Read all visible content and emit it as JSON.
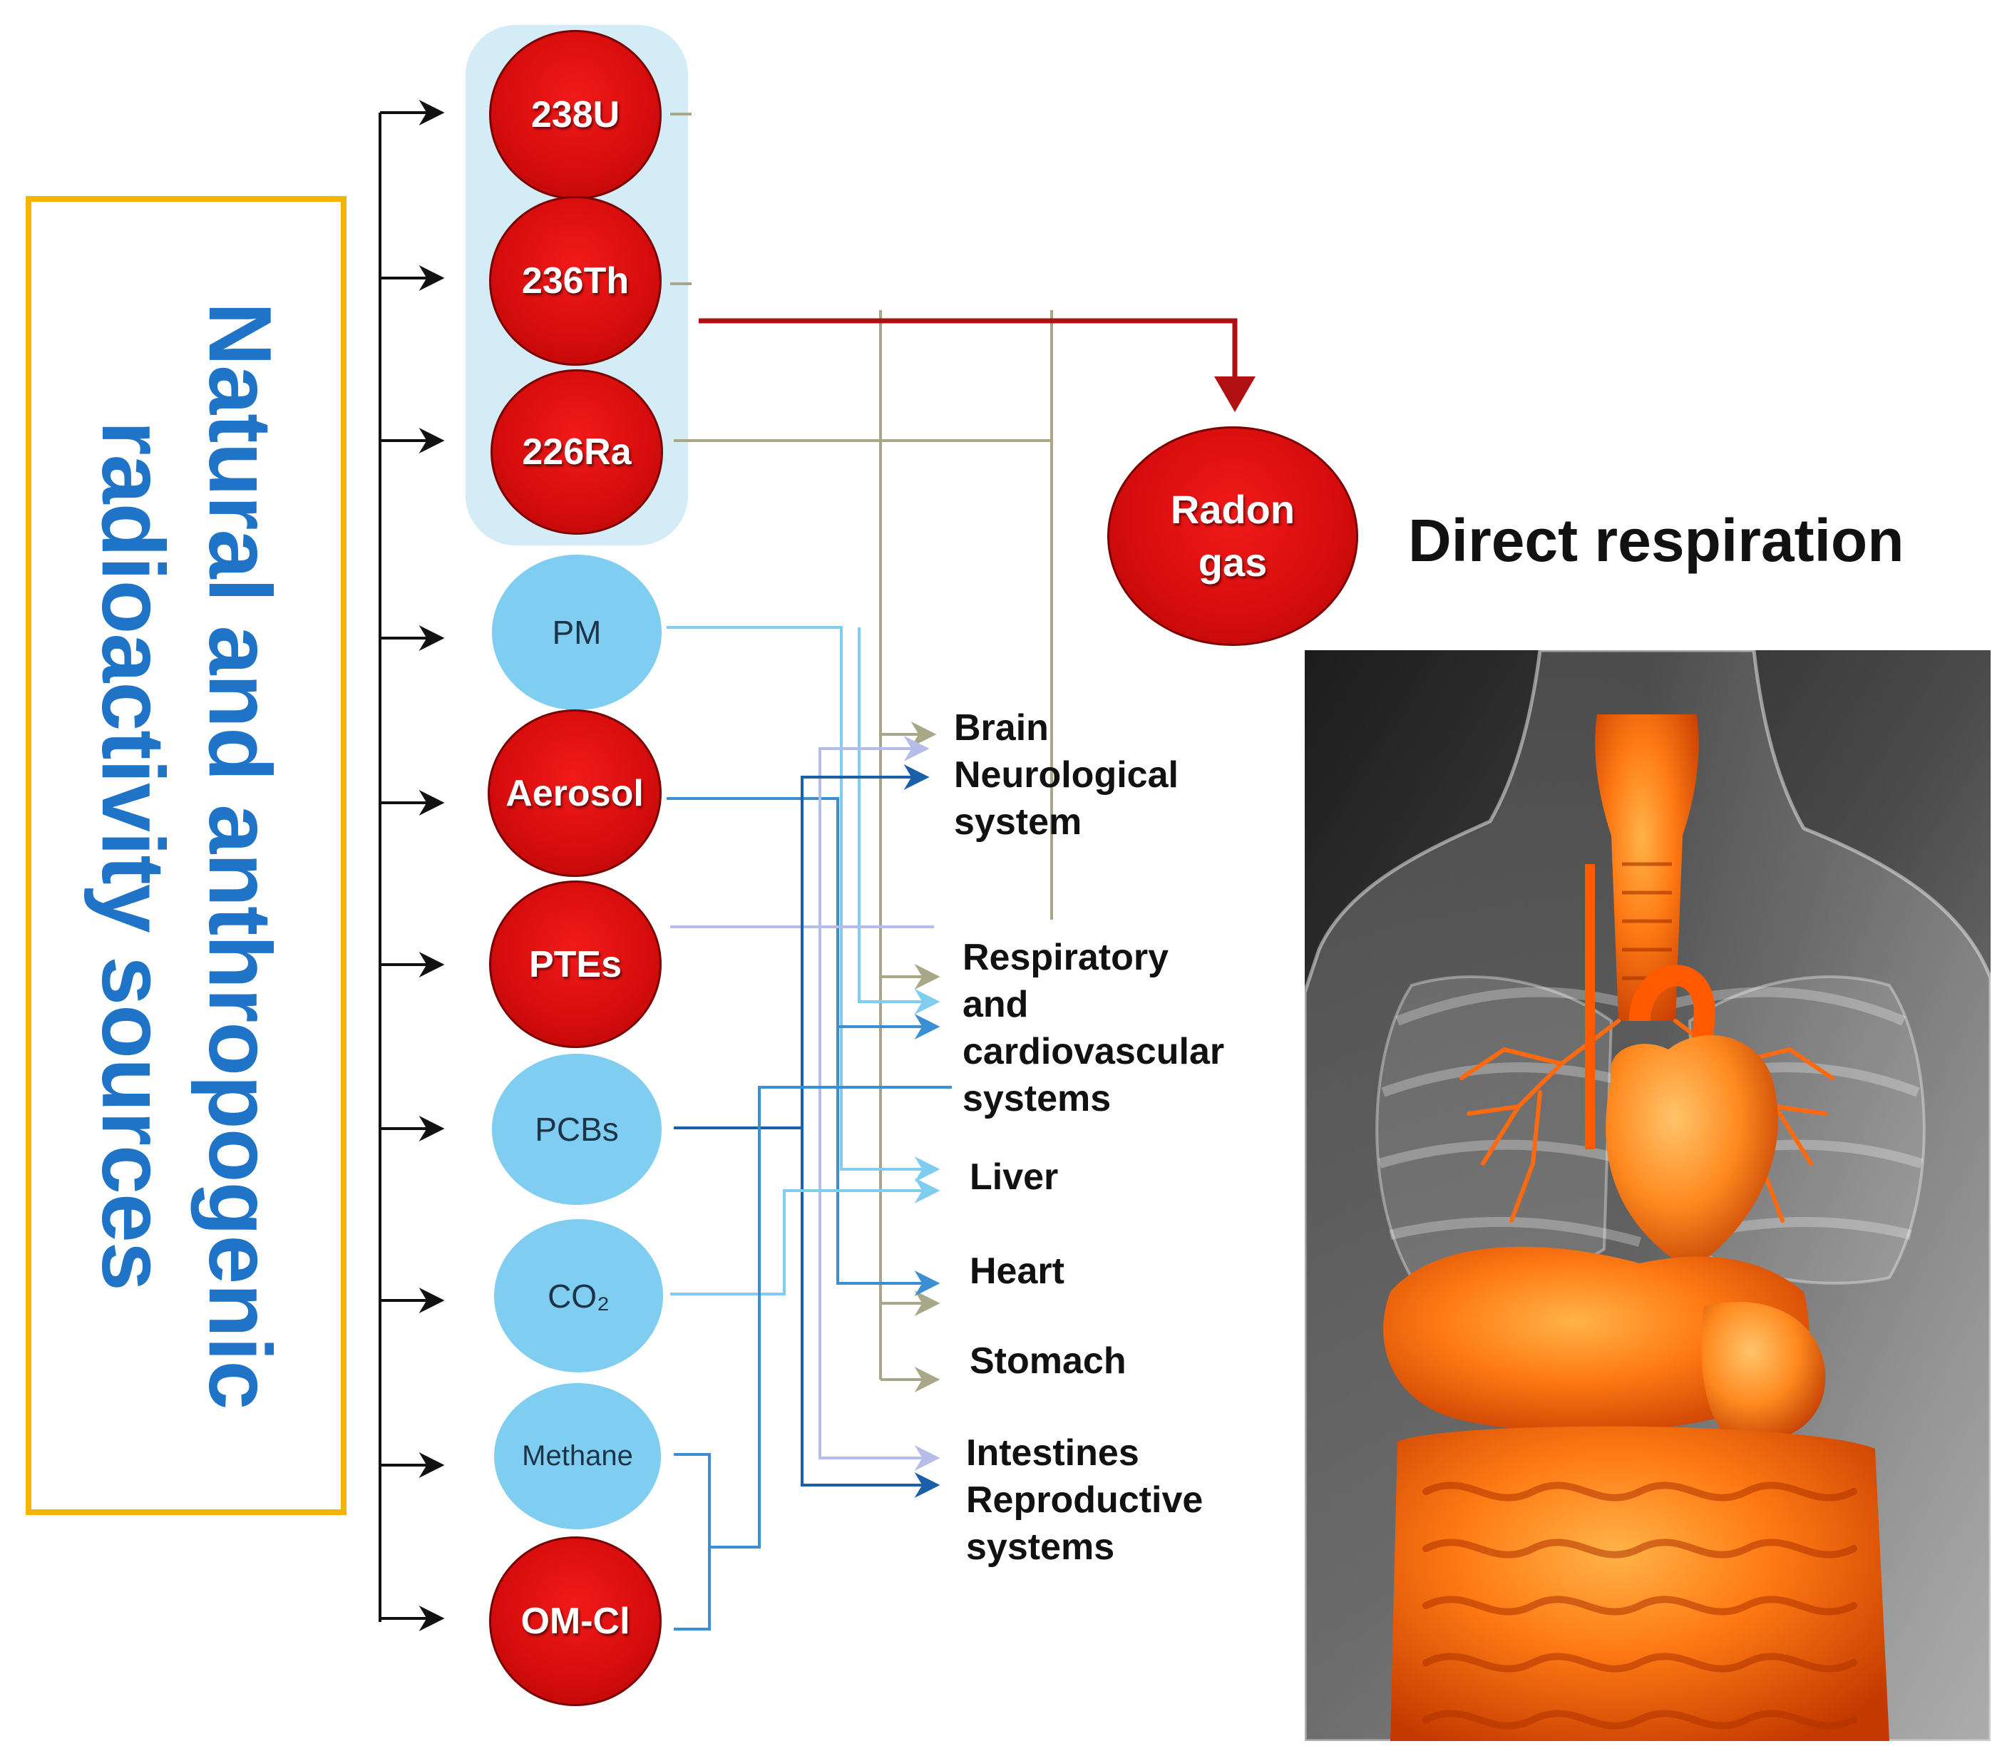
{
  "source_box": {
    "line1": "Natural and anthropogenic",
    "line2": "radioactivity sources"
  },
  "radionuclides": [
    {
      "label": "238U"
    },
    {
      "label": "236Th"
    },
    {
      "label": "226Ra"
    }
  ],
  "pollutants": [
    {
      "label": "PM",
      "style": "blue"
    },
    {
      "label": "Aerosol",
      "style": "red"
    },
    {
      "label": "PTEs",
      "style": "red"
    },
    {
      "label": "PCBs",
      "style": "blue"
    },
    {
      "label": "CO₂",
      "style": "blue"
    },
    {
      "label": "Methane",
      "style": "blue"
    },
    {
      "label": "OM-Cl",
      "style": "red"
    }
  ],
  "radon": {
    "line1": "Radon",
    "line2": "gas"
  },
  "direct_respiration": "Direct respiration",
  "organs": [
    {
      "lines": [
        "Brain",
        "Neurological",
        "system"
      ]
    },
    {
      "lines": [
        "Respiratory",
        "and",
        "cardiovascular",
        "systems"
      ]
    },
    {
      "lines": [
        "Liver"
      ]
    },
    {
      "lines": [
        "Heart"
      ]
    },
    {
      "lines": [
        "Stomach"
      ]
    },
    {
      "lines": [
        "Intestines",
        "Reproductive",
        "systems"
      ]
    }
  ],
  "colors": {
    "source_border": "#f5b400",
    "source_text": "#1f74c8",
    "radio_group_bg": "#d3ecf5",
    "red_node": "#d80d0d",
    "blue_node": "#7fcdf0",
    "radon_arrow": "#b01010",
    "olive_line": "#a8a888",
    "light_blue_line": "#7fcdf0",
    "mid_blue_line": "#3d8fd4",
    "dark_blue_line": "#1b5fa8",
    "lavender_line": "#b5bde8"
  },
  "icons": [
    "arrow-right-icon",
    "body-organs-illustration"
  ]
}
